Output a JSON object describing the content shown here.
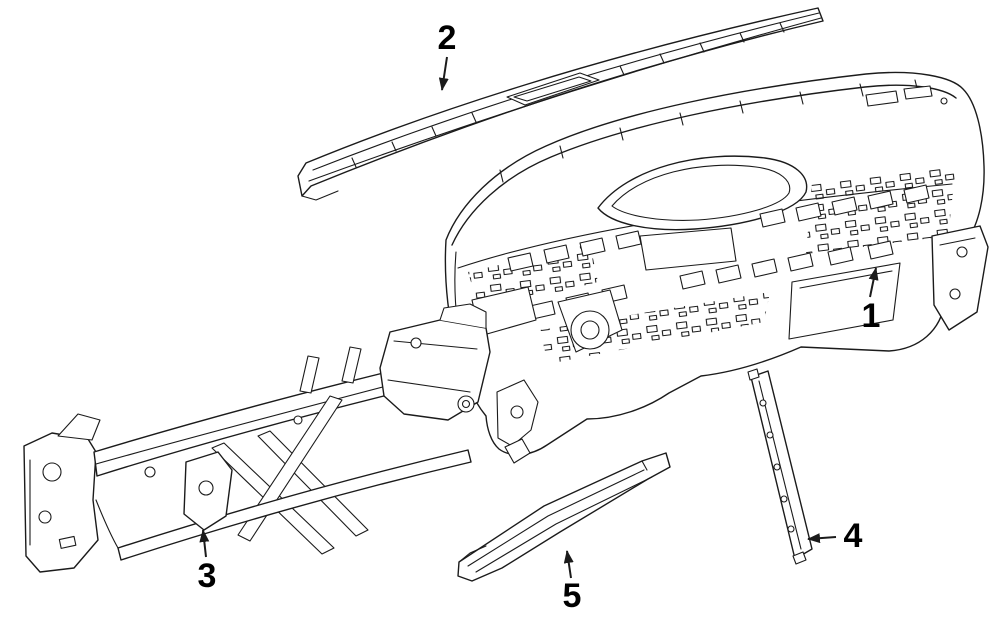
{
  "colors": {
    "background": "#ffffff",
    "line": "#1b1b1b",
    "text": "#000000"
  },
  "diagram": {
    "callouts": [
      {
        "label": "1"
      },
      {
        "label": "2"
      },
      {
        "label": "3"
      },
      {
        "label": "4"
      },
      {
        "label": "5"
      }
    ]
  }
}
